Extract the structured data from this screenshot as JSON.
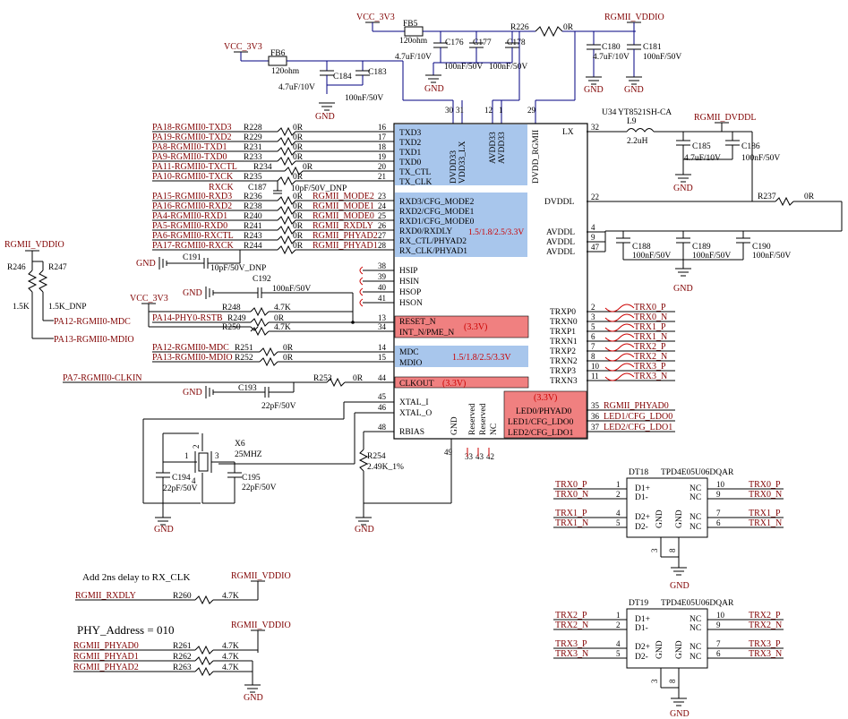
{
  "power": {
    "vcc_3v3": "VCC_3V3",
    "rgmii_vddio": "RGMII_VDDIO",
    "rgmii_dvddl": "RGMII_DVDDL",
    "gnd": "GND"
  },
  "top_components": [
    {
      "ref": "FB5",
      "value": "120ohm"
    },
    {
      "ref": "FB6",
      "value": "120ohm"
    },
    {
      "ref": "R226",
      "value": "0R"
    },
    {
      "ref": "C176",
      "value": "4.7uF/10V"
    },
    {
      "ref": "C177",
      "value": "100nF/50V"
    },
    {
      "ref": "C178",
      "value": "100nF/50V"
    },
    {
      "ref": "C180",
      "value": "4.7uF/10V"
    },
    {
      "ref": "C181",
      "value": "100nF/50V"
    },
    {
      "ref": "C184",
      "value": "4.7uF/10V"
    },
    {
      "ref": "C183",
      "value": "100nF/50V"
    }
  ],
  "ic": {
    "ref": "U34",
    "part": "YT8521SH-CA",
    "left_pins": [
      {
        "name": "TXD3",
        "num": "16",
        "net": "PA18-RGMII0-TXD3",
        "ref": "R228",
        "val": "0R"
      },
      {
        "name": "TXD2",
        "num": "17",
        "net": "PA19-RGMII0-TXD2",
        "ref": "R229",
        "val": "0R"
      },
      {
        "name": "TXD1",
        "num": "18",
        "net": "PA8-RGMII0-TXD1",
        "ref": "R231",
        "val": "0R"
      },
      {
        "name": "TXD0",
        "num": "19",
        "net": "PA9-RGMII0-TXD0",
        "ref": "R233",
        "val": "0R"
      },
      {
        "name": "TX_CTL",
        "num": "20",
        "net": "PA11-RGMII0-TXCTL",
        "ref": "R234",
        "val": "0R"
      },
      {
        "name": "TX_CLK",
        "num": "21",
        "net": "PA10-RGMII0-TXCK",
        "ref": "R235",
        "val": "0R"
      },
      {
        "name": "RXD3/CFG_MODE2",
        "num": "23",
        "net": "PA15-RGMII0-RXD3",
        "ref": "R236",
        "val": "0R",
        "side": "RGMII_MODE2"
      },
      {
        "name": "RXD2/CFG_MODE1",
        "num": "24",
        "net": "PA16-RGMII0-RXD2",
        "ref": "R238",
        "val": "0R",
        "side": "RGMII_MODE1"
      },
      {
        "name": "RXD1/CFG_MODE0",
        "num": "25",
        "net": "PA4-RGMII0-RXD1",
        "ref": "R240",
        "val": "0R",
        "side": "RGMII_MODE0"
      },
      {
        "name": "RXD0/RXDLY",
        "num": "26",
        "net": "PA5-RGMII0-RXD0",
        "ref": "R241",
        "val": "0R",
        "side": "RGMII_RXDLY"
      },
      {
        "name": "RX_CTL/PHYAD2",
        "num": "27",
        "net": "PA6-RGMII0-RXCTL",
        "ref": "R243",
        "val": "0R",
        "side": "RGMII_PHYAD2"
      },
      {
        "name": "RX_CLK/PHYAD1",
        "num": "28",
        "net": "PA17-RGMII0-RXCK",
        "ref": "R244",
        "val": "0R",
        "side": "RGMII_PHYAD1"
      }
    ],
    "hsi_pins": [
      {
        "name": "HSIP",
        "num": "38"
      },
      {
        "name": "HSIN",
        "num": "39"
      },
      {
        "name": "HSOP",
        "num": "40"
      },
      {
        "name": "HSON",
        "num": "41"
      }
    ],
    "top_pins": [
      {
        "name": "DVDD33",
        "num": "30"
      },
      {
        "name": "VDD33_LX",
        "num": "31"
      },
      {
        "name": "AVDD33",
        "num": "12"
      },
      {
        "name": "AVDD33",
        "num": "1"
      },
      {
        "name": "DVDD_RGMII",
        "num": "29"
      }
    ],
    "right_pins": [
      {
        "name": "LX",
        "num": "32"
      },
      {
        "name": "DVDDL",
        "num": "22"
      },
      {
        "name": "AVDDL",
        "num": "4"
      },
      {
        "name": "AVDDL",
        "num": "9"
      },
      {
        "name": "AVDDL",
        "num": "47"
      }
    ],
    "trx_pins": [
      {
        "name": "TRXP0",
        "num": "2",
        "net": "TRX0_P"
      },
      {
        "name": "TRXN0",
        "num": "3",
        "net": "TRX0_N"
      },
      {
        "name": "TRXP1",
        "num": "5",
        "net": "TRX1_P"
      },
      {
        "name": "TRXN1",
        "num": "6",
        "net": "TRX1_N"
      },
      {
        "name": "TRXP2",
        "num": "7",
        "net": "TRX2_P"
      },
      {
        "name": "TRXN2",
        "num": "8",
        "net": "TRX2_N"
      },
      {
        "name": "TRXP3",
        "num": "10",
        "net": "TRX3_P"
      },
      {
        "name": "TRXN3",
        "num": "11",
        "net": "TRX3_N"
      }
    ],
    "reset_pin": "RESET_N",
    "int_pin": "INT_N/PME_N",
    "mdc_pin": "MDC",
    "mdio_pin": "MDIO",
    "clkout_pin": "CLKOUT",
    "xtal_i": "XTAL_I",
    "xtal_o": "XTAL_O",
    "rbias": "RBIAS",
    "gnd_pin": "GND",
    "reserved": "Reserved",
    "nc": "NC",
    "led_pins": [
      {
        "name": "LED0/PHYAD0",
        "num": "35",
        "net": "RGMII_PHYAD0"
      },
      {
        "name": "LED1/CFG_LDO0",
        "num": "36",
        "net": "LED1/CFG_LDO0"
      },
      {
        "name": "LED2/CFG_LDO1",
        "num": "37",
        "net": "LED2/CFG_LDO1"
      }
    ],
    "volt_rgmii": "1.5/1.8/2.5/3.3V",
    "volt_3v3": "(3.3V)",
    "volt_mdio": "1.5/1.8/2.5/3.3V"
  },
  "misc": {
    "C187": "C187",
    "C187_val": "10pF/50V_DNP",
    "rxck_gnd_label": "RXCK",
    "C191": "C191",
    "C191_val": "10pF/50V_DNP",
    "C192": "C192",
    "C192_val": "100nF/50V",
    "R248": "R248",
    "R248_val": "4.7K",
    "R249": "R249",
    "R249_val": "0R",
    "R250": "R250",
    "R250_val": "4.7K",
    "R246": "R246",
    "R246_val": "1.5K",
    "R247": "R247",
    "R247_val": "1.5K_DNP",
    "mdc_net_left": "PA12-RGMII0-MDC",
    "mdio_net_left": "PA13-RGMII0-MDIO",
    "reset_net": "PA14-PHY0-RSTB",
    "R251": "R251",
    "R251_val": "0R",
    "R252": "R252",
    "R252_val": "0R",
    "clkin_net": "PA7-RGMII0-CLKIN",
    "R253": "R253",
    "R253_val": "0R",
    "C193": "C193",
    "C193_val": "22pF/50V",
    "X6": "X6",
    "X6_val": "25MHZ",
    "C194": "C194",
    "C194_val": "22pF/50V",
    "C195": "C195",
    "C195_val": "22pF/50V",
    "R254": "R254",
    "R254_val": "2.49K_1%",
    "L9": "L9",
    "L9_val": "2.2uH",
    "C185": "C185",
    "C185_val": "4.7uF/10V",
    "C186": "C186",
    "C186_val": "100nF/50V",
    "R237": "R237",
    "R237_val": "0R",
    "C188": "C188",
    "C188_val": "100nF/50V",
    "C189": "C189",
    "C189_val": "100nF/50V",
    "C190": "C190",
    "C190_val": "100nF/50V"
  },
  "esd": [
    {
      "ref": "DT18",
      "part": "TPD4E05U06DQAR",
      "nets": [
        "TRX0_P",
        "TRX0_N",
        "TRX1_P",
        "TRX1_N"
      ]
    },
    {
      "ref": "DT19",
      "part": "TPD4E05U06DQAR",
      "nets": [
        "TRX2_P",
        "TRX2_N",
        "TRX3_P",
        "TRX3_N"
      ]
    }
  ],
  "esd_pin_labels": {
    "d1p": "D1+",
    "d1n": "D1-",
    "d2p": "D2+",
    "d2n": "D2-",
    "nc": "NC",
    "gnd": "GND"
  },
  "notes": {
    "delay": "Add 2ns delay to RX_CLK",
    "phy_address": "PHY_Address = 010"
  },
  "bottom": {
    "rxdly_net": "RGMII_RXDLY",
    "R260": "R260",
    "R260_val": "4.7K",
    "phyad0": "RGMII_PHYAD0",
    "phyad1": "RGMII_PHYAD1",
    "phyad2": "RGMII_PHYAD2",
    "R261": "R261",
    "R262": "R262",
    "R263": "R263",
    "val": "4.7K"
  }
}
